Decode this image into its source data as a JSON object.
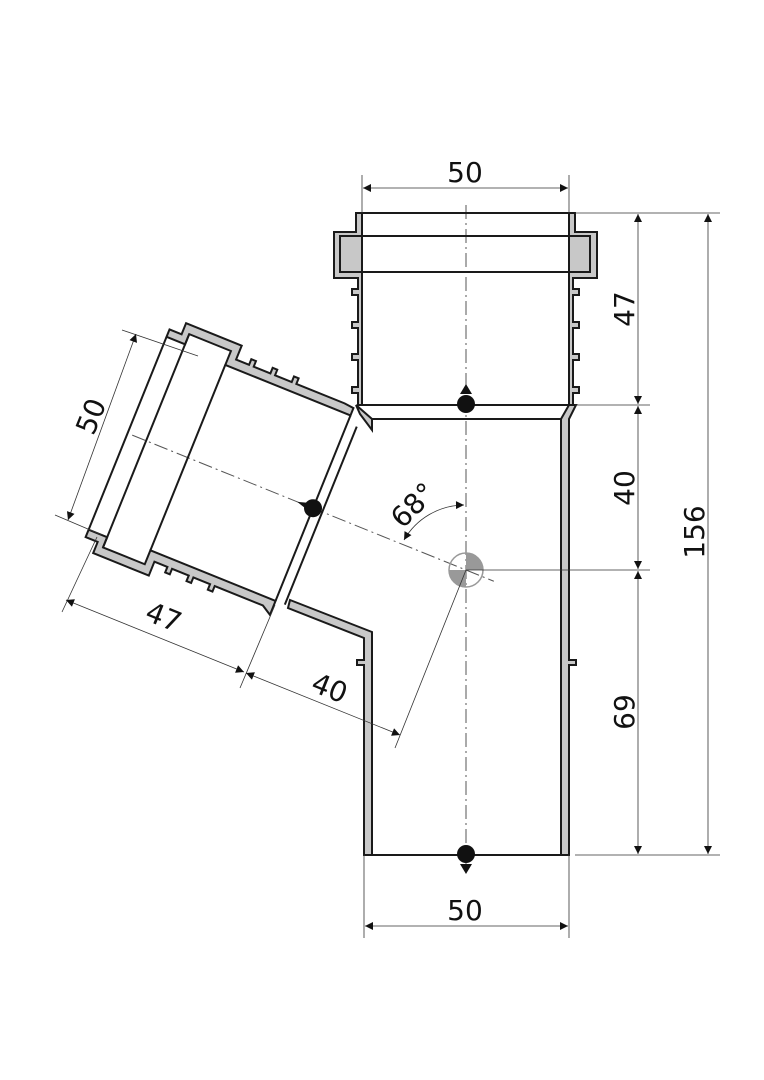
{
  "drawing": {
    "title": "45-degree branch fitting section",
    "dimensions": {
      "top_width": "50",
      "bottom_width": "50",
      "socket_length": "47",
      "upper_to_center": "40",
      "center_to_bottom": "69",
      "overall_height": "156",
      "branch_width": "50",
      "branch_socket_length": "47",
      "branch_to_center": "40",
      "angle": "68°"
    },
    "colors": {
      "wall": "#c8c8c8",
      "line": "#1a1a1a"
    }
  }
}
